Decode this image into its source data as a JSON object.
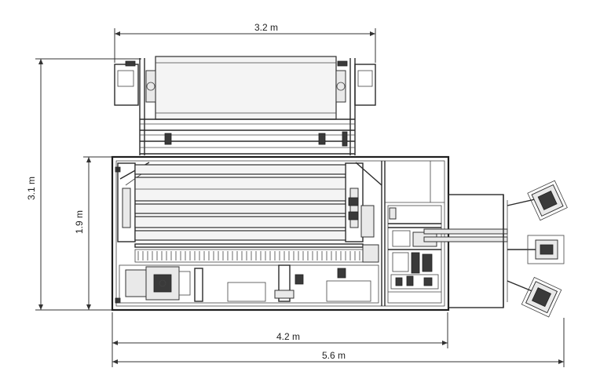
{
  "dimensions": {
    "top_width": "3.2 m",
    "left_height": "3.1 m",
    "inner_height": "1.9 m",
    "body_length": "4.2 m",
    "total_length": "5.6 m"
  }
}
